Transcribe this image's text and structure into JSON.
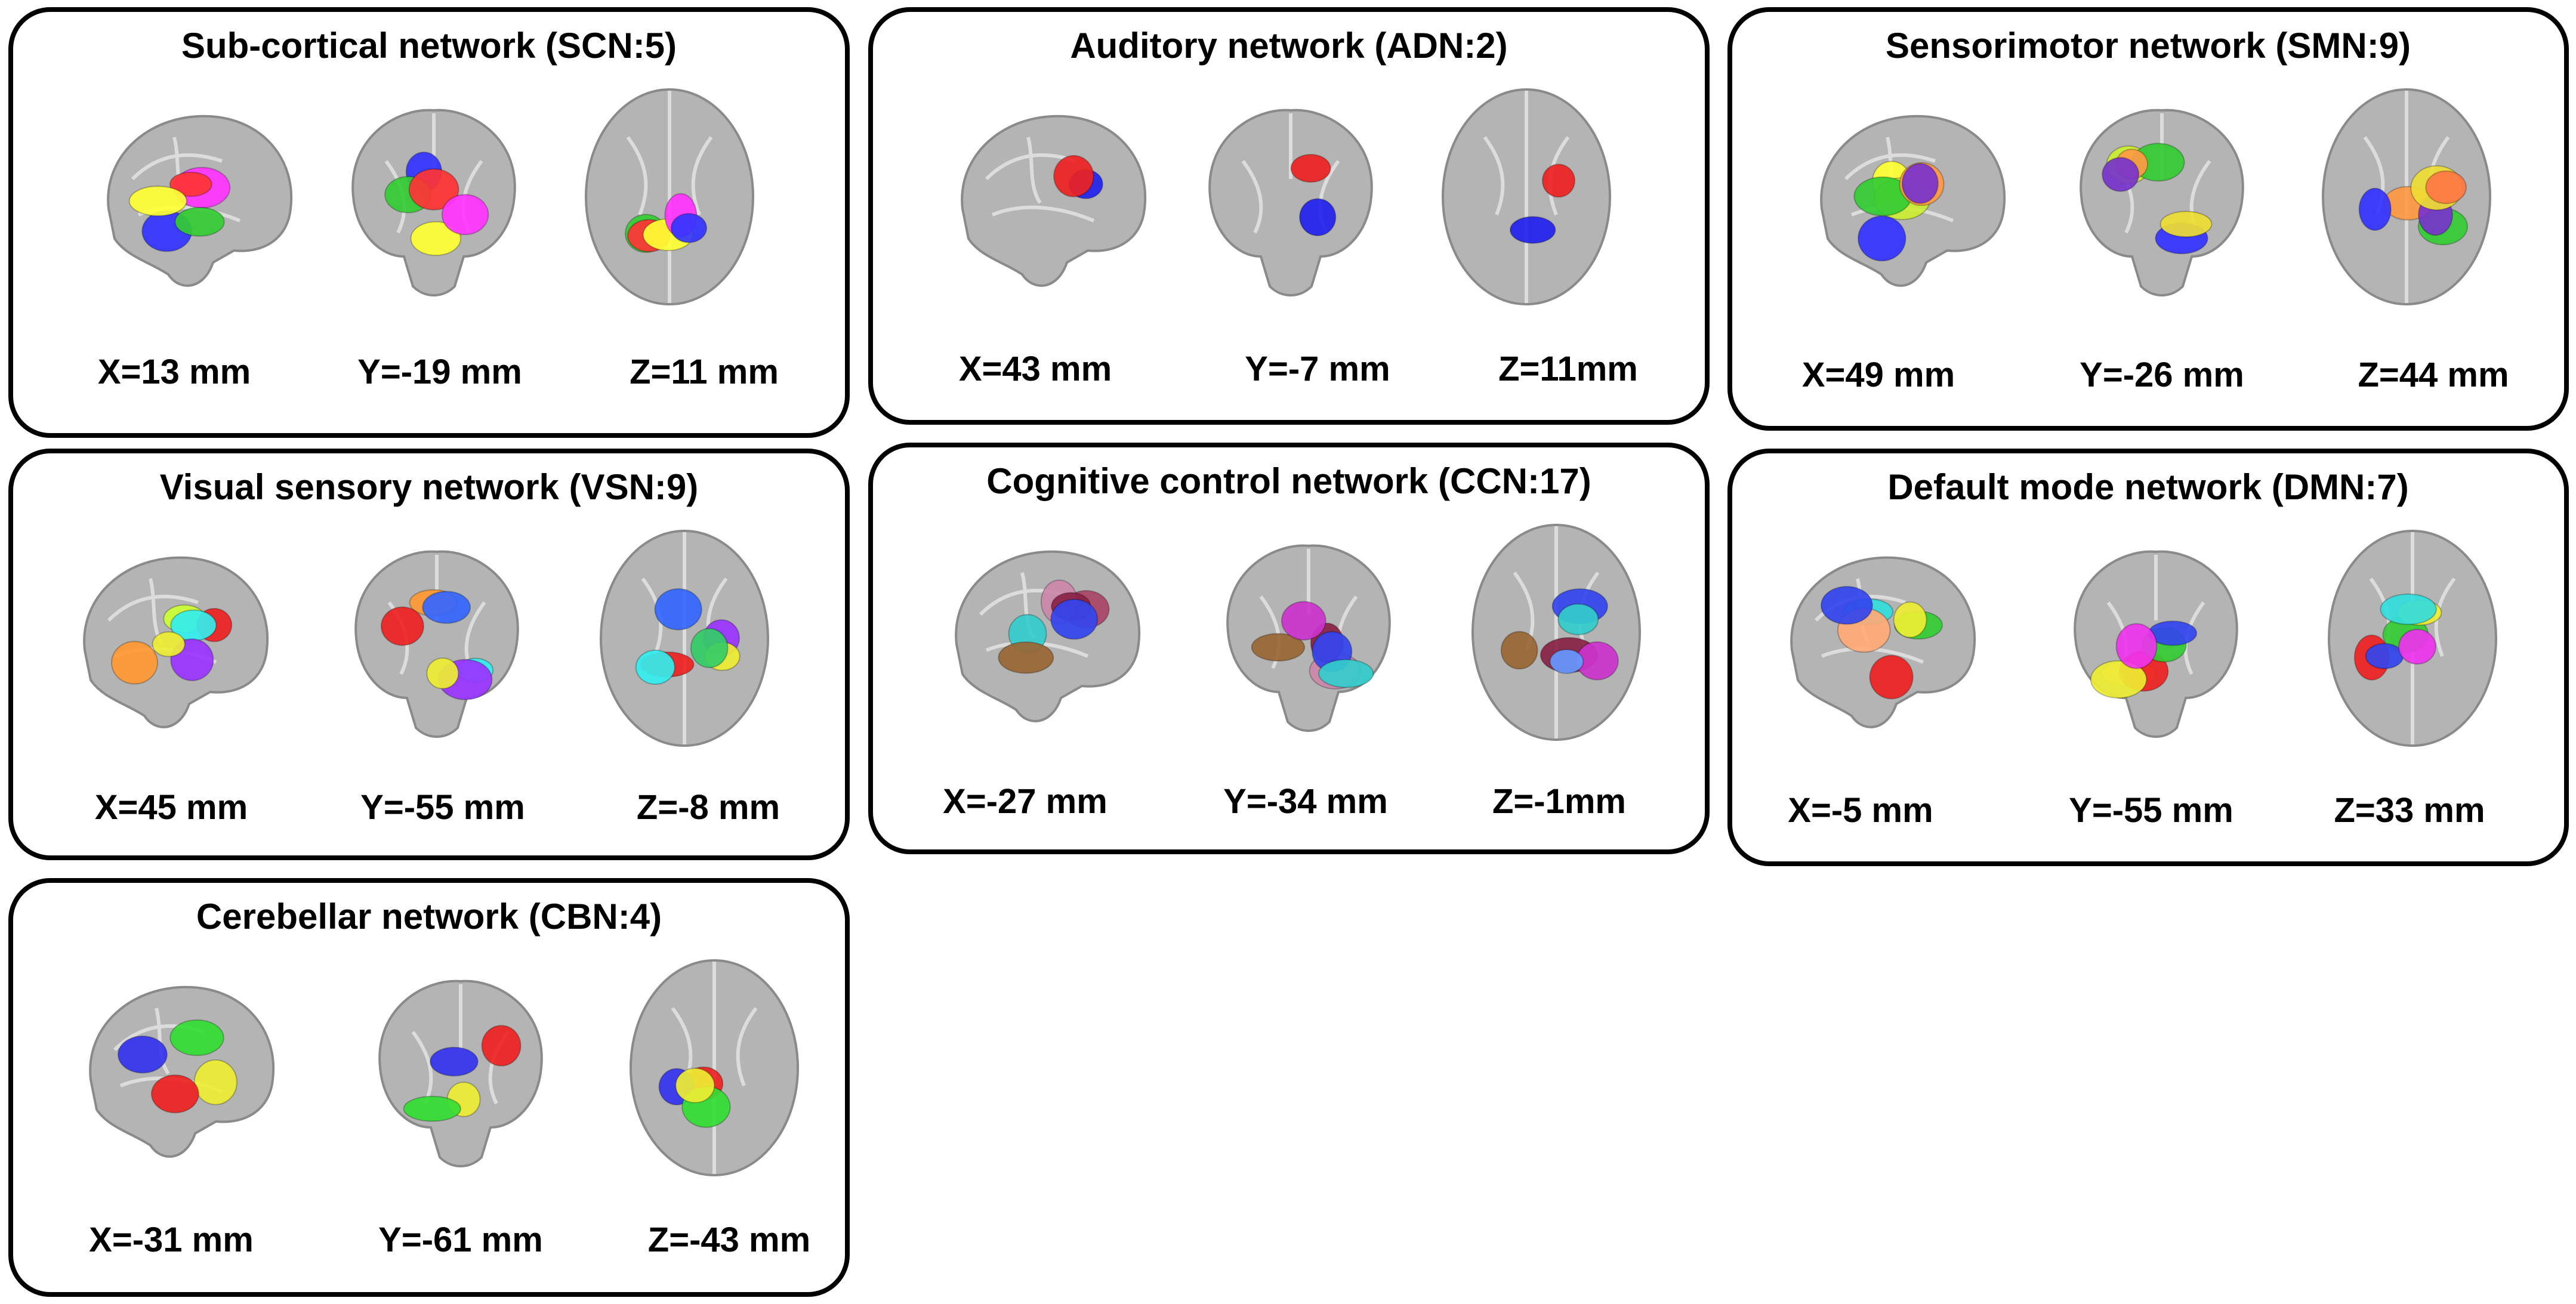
{
  "panels": [
    {
      "title": "Sub-cortical network (SCN:5)",
      "coords": [
        "X=13 mm",
        "Y=-19 mm",
        "Z=11 mm"
      ],
      "blob_colors": [
        "#ff33ff",
        "#3333ff",
        "#33cc33",
        "#ff3333",
        "#ffff33"
      ]
    },
    {
      "title": "Auditory network (ADN:2)",
      "coords": [
        "X=43 mm",
        "Y=-7 mm",
        "Z=11mm"
      ],
      "blob_colors": [
        "#2222ee",
        "#ee2222"
      ]
    },
    {
      "title": "Sensorimotor network (SMN:9)",
      "coords": [
        "X=49 mm",
        "Y=-26 mm",
        "Z=44 mm"
      ],
      "blob_colors": [
        "#ffff33",
        "#ccee33",
        "#33cc33",
        "#ff9944",
        "#3333ff",
        "#7733cc",
        "#eedd33",
        "#ff7744",
        "#6622aa"
      ]
    },
    {
      "title": "Visual sensory network (VSN:9)",
      "coords": [
        "X=45 mm",
        "Y=-55 mm",
        "Z=-8 mm"
      ],
      "blob_colors": [
        "#ccff33",
        "#ff9933",
        "#ee2222",
        "#33eeee",
        "#9933ff",
        "#eeee33",
        "#3366ff",
        "#33cc66",
        "#ff66aa"
      ]
    },
    {
      "title": "Cognitive control network (CCN:17)",
      "coords": [
        "X=-27 mm",
        "Y=-34 mm",
        "Z=-1mm"
      ],
      "blob_colors": [
        "#aa4466",
        "#cc88aa",
        "#882244",
        "#3344ee",
        "#33cccc",
        "#996633",
        "#cc33cc",
        "#6699ff",
        "#ee99cc",
        "#552233",
        "#778833",
        "#b05577",
        "#33aa88",
        "#dd66dd",
        "#8844aa",
        "#cc6688",
        "#663344"
      ]
    },
    {
      "title": "Default mode network (DMN:7)",
      "coords": [
        "X=-5 mm",
        "Y=-55 mm",
        "Z=33 mm"
      ],
      "blob_colors": [
        "#33dddd",
        "#ffaa77",
        "#ee2222",
        "#33cc33",
        "#eeee33",
        "#3344ee",
        "#ee33ee"
      ]
    },
    {
      "title": "Cerebellar network (CBN:4)",
      "coords": [
        "X=-31 mm",
        "Y=-61 mm",
        "Z=-43 mm"
      ],
      "blob_colors": [
        "#33dd33",
        "#eeee33",
        "#ee2222",
        "#3333ee"
      ]
    }
  ]
}
